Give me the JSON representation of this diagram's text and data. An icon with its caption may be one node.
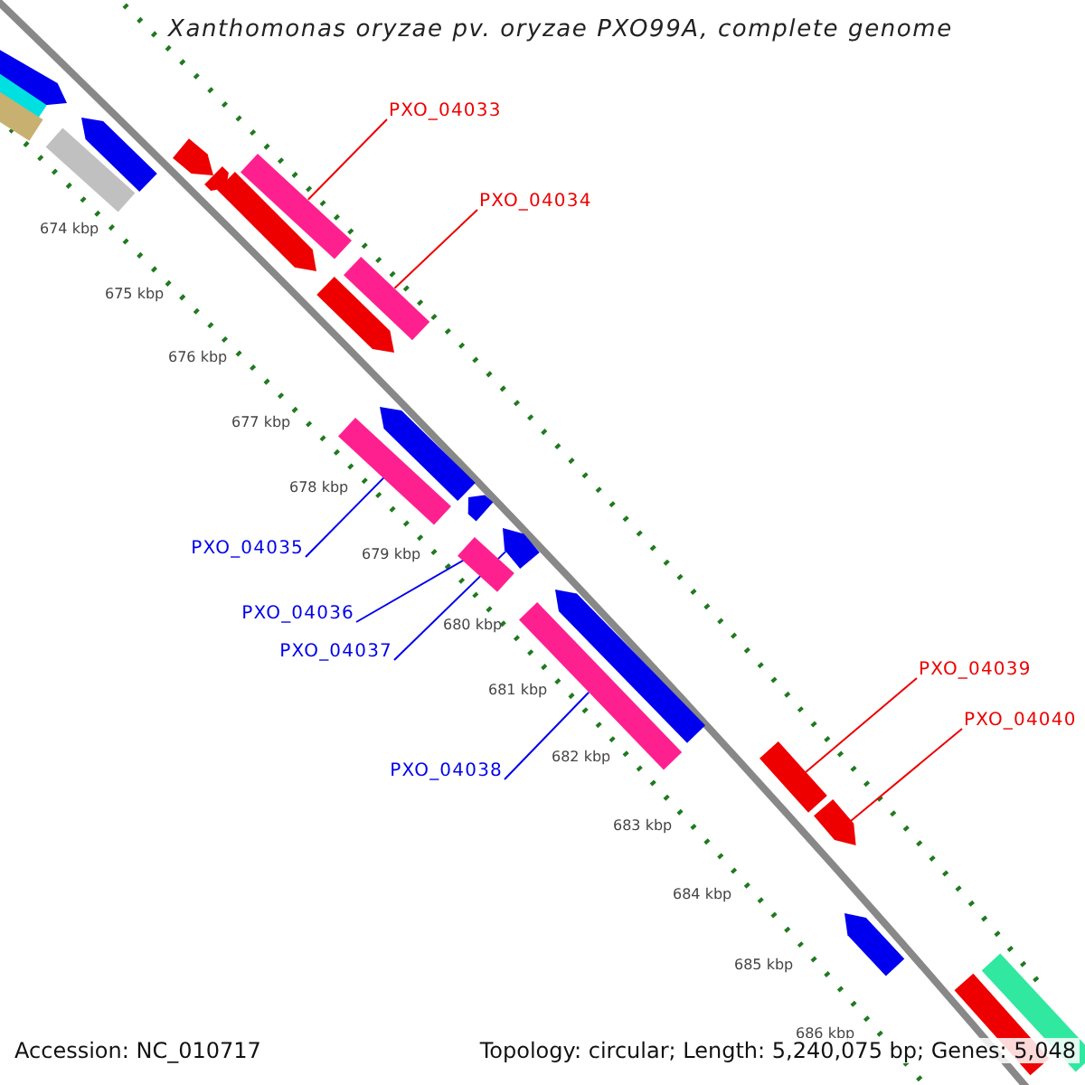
{
  "diagram": {
    "title": "Xanthomonas oryzae pv. oryzae PXO99A, complete genome",
    "nodes": [
      {
        "text": [
          "PXO_04033"
        ]
      },
      {
        "text": [
          "PXO_04034"
        ]
      },
      {
        "text": [
          "PXO_04035"
        ]
      },
      {
        "text": [
          "PXO_04036"
        ]
      },
      {
        "text": [
          "PXO_04037"
        ]
      },
      {
        "text": [
          "PXO_04038"
        ]
      },
      {
        "text": [
          "PXO_04039"
        ]
      },
      {
        "text": [
          "PXO_04040"
        ]
      },
      {
        "text": [],
        "shape": "arrow"
      },
      {
        "text": [],
        "shape": "arrow"
      },
      {
        "text": [],
        "shape": "arrow"
      },
      {
        "text": [],
        "shape": "arrow"
      },
      {
        "text": [],
        "shape": "arrow"
      },
      {
        "text": [],
        "shape": "arrow"
      },
      {
        "text": [],
        "shape": "arrow"
      },
      {
        "text": [],
        "shape": "arrow"
      }
    ],
    "edges": [
      {
        "from": 0,
        "to": 8,
        "arrow": "none",
        "color": "#ee0000"
      },
      {
        "from": 1,
        "to": 9,
        "arrow": "none",
        "color": "#ee0000"
      },
      {
        "from": 2,
        "to": 10,
        "arrow": "none",
        "color": "#0000ee"
      },
      {
        "from": 3,
        "to": 11,
        "arrow": "none",
        "color": "#0000ee"
      },
      {
        "from": 4,
        "to": 12,
        "arrow": "none",
        "color": "#0000ee"
      },
      {
        "from": 5,
        "to": 13,
        "arrow": "none",
        "color": "#0000ee"
      },
      {
        "from": 6,
        "to": 14,
        "arrow": "none",
        "color": "#ee0000"
      },
      {
        "from": 7,
        "to": 15,
        "arrow": "none",
        "color": "#ee0000"
      }
    ],
    "labels": [
      "674 kbp",
      "675 kbp",
      "676 kbp",
      "677 kbp",
      "678 kbp",
      "679 kbp",
      "680 kbp",
      "681 kbp",
      "682 kbp",
      "683 kbp",
      "684 kbp",
      "685 kbp",
      "686 kbp",
      "Accession: NC_010717",
      "Topology: circular; Length: 5,240,075 bp; Genes: 5,048"
    ]
  }
}
